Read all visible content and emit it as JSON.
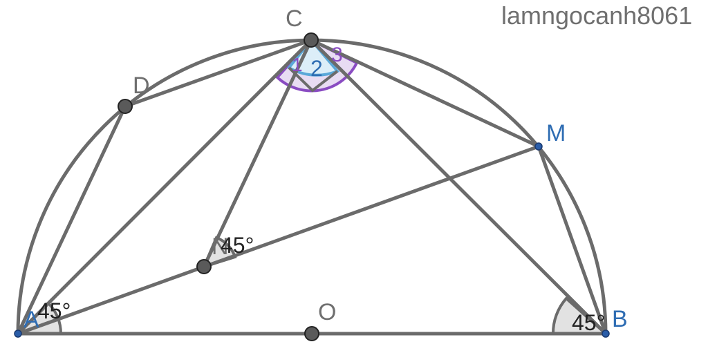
{
  "watermark": "lamngocanh8061",
  "points": {
    "A": "A",
    "B": "B",
    "C": "C",
    "D": "D",
    "M": "M",
    "N": "N",
    "O": "O"
  },
  "angles": {
    "at_A": "45°",
    "at_N": "45°",
    "at_B": "45°",
    "C1": "1",
    "C2": "2",
    "C3": "3"
  },
  "colors": {
    "stroke": "#6b6b6b",
    "point_gray": "#5a5a5a",
    "point_blue": "#2a5da8",
    "label_gray": "#6f6f6f",
    "label_blue": "#2f6db3",
    "arc_purple": "#8a4cc2",
    "arc_blue": "#5aa8d8"
  }
}
